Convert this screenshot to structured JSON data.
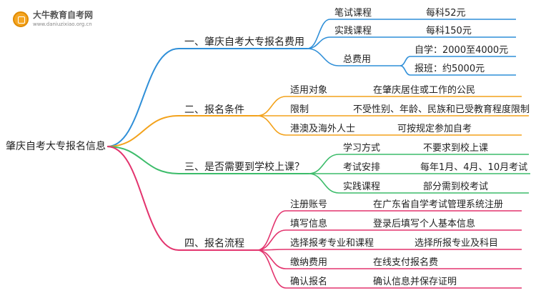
{
  "logo": {
    "name": "大牛教育自考网",
    "url": "www.daniuzixiao.org.cn"
  },
  "root": "肇庆自考大专报名信息",
  "colors": {
    "blue": "#2f8fd8",
    "orange": "#f3a21b",
    "green": "#3cbc6a",
    "pink": "#e3346e"
  },
  "branches": [
    {
      "label": "一、肇庆自考大专报名费用",
      "color": "blue",
      "items": [
        {
          "label": "笔试课程",
          "value": "每科52元"
        },
        {
          "label": "实践课程",
          "value": "每科150元"
        },
        {
          "label": "总费用",
          "children": [
            {
              "value": "自学：2000至4000元"
            },
            {
              "value": "报班：约5000元"
            }
          ]
        }
      ]
    },
    {
      "label": "二、报名条件",
      "color": "orange",
      "items": [
        {
          "label": "适用对象",
          "value": "在肇庆居住或工作的公民"
        },
        {
          "label": "限制",
          "value": "不受性别、年龄、民族和已受教育程度限制"
        },
        {
          "label": "港澳及海外人士",
          "value": "可按规定参加自考"
        }
      ]
    },
    {
      "label": "三、是否需要到学校上课？",
      "color": "green",
      "items": [
        {
          "label": "学习方式",
          "value": "不要求到校上课"
        },
        {
          "label": "考试安排",
          "value": "每年1月、4月、10月考试"
        },
        {
          "label": "实践课程",
          "value": "部分需到校考试"
        }
      ]
    },
    {
      "label": "四、报名流程",
      "color": "pink",
      "items": [
        {
          "label": "注册账号",
          "value": "在广东省自学考试管理系统注册"
        },
        {
          "label": "填写信息",
          "value": "登录后填写个人基本信息"
        },
        {
          "label": "选择报考专业和课程",
          "value": "选择所报专业及科目"
        },
        {
          "label": "缴纳费用",
          "value": "在线支付报名费"
        },
        {
          "label": "确认报名",
          "value": "确认信息并保存证明"
        }
      ]
    }
  ]
}
